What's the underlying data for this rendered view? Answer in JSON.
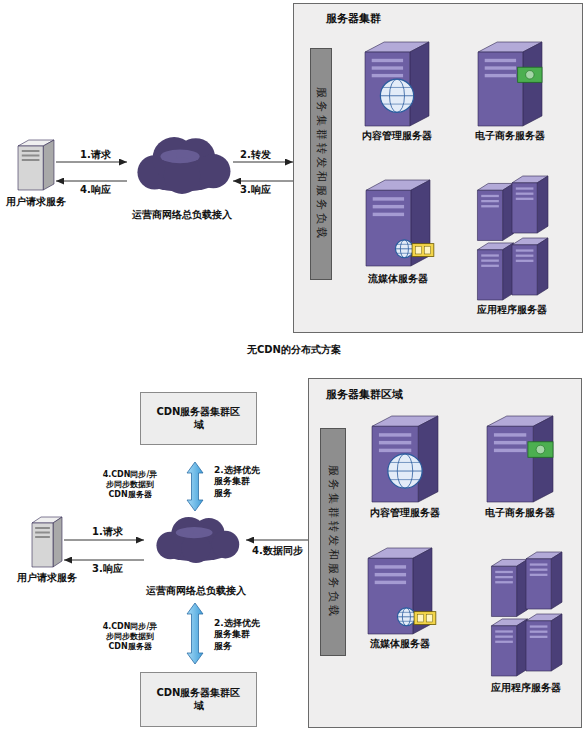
{
  "diagram": {
    "caption": "无CDN的分布式方案",
    "nodes": [
      {
        "text": [
          "用户请求服务"
        ]
      },
      {
        "text": [
          "运营商网络总负载接入"
        ]
      },
      {
        "text": [
          "服务器集群"
        ]
      },
      {
        "text": [
          "服务集群转发和服务负载"
        ],
        "in": 2
      },
      {
        "text": [
          "内容管理服务器"
        ],
        "in": 2
      },
      {
        "text": [
          "电子商务服务器"
        ],
        "in": 2
      },
      {
        "text": [
          "流媒体服务器"
        ],
        "in": 2
      },
      {
        "text": [
          "应用程序服务器"
        ],
        "in": 2
      },
      {
        "text": [
          "CDN服务器集群区 域"
        ]
      },
      {
        "text": [
          "服务器集群区域"
        ]
      },
      {
        "text": [
          "服务集群转发和服务负载"
        ],
        "in": 9
      },
      {
        "text": [
          "内容管理服务器"
        ],
        "in": 9
      },
      {
        "text": [
          "电子商务服务器"
        ],
        "in": 9
      },
      {
        "text": [
          "流媒体服务器"
        ],
        "in": 9
      },
      {
        "text": [
          "应用程序服务器"
        ],
        "in": 9
      },
      {
        "text": [
          "用户请求服务"
        ]
      },
      {
        "text": [
          "运营商网络总负载接入"
        ]
      },
      {
        "text": [
          "CDN服务器集群区 域"
        ]
      }
    ],
    "edges": [
      {
        "from": 0,
        "to": 1,
        "arrow": "to",
        "label": "1.请求"
      },
      {
        "from": 1,
        "to": 2,
        "arrow": "to",
        "label": "2.转发"
      },
      {
        "from": 2,
        "to": 1,
        "arrow": "to",
        "label": "3.响应"
      },
      {
        "from": 1,
        "to": 0,
        "arrow": "to",
        "label": "4.响应"
      },
      {
        "from": 15,
        "to": 16,
        "arrow": "to",
        "label": "1.请求"
      },
      {
        "from": 16,
        "to": 15,
        "arrow": "to",
        "label": "3.响应"
      },
      {
        "from": 16,
        "to": 8,
        "arrow": "both",
        "label": "2.选择优先 服务集群 服务"
      },
      {
        "from": 16,
        "to": 17,
        "arrow": "both",
        "label": "2.选择优先 服务集群 服务"
      },
      {
        "from": 9,
        "to": 16,
        "arrow": "to",
        "label": "4.数据同步"
      }
    ],
    "labels": [
      "4.CDN同步/异 步同步数据到 CDN服务器",
      "4.CDN同步/异 步同步数据到 CDN服务器"
    ]
  }
}
